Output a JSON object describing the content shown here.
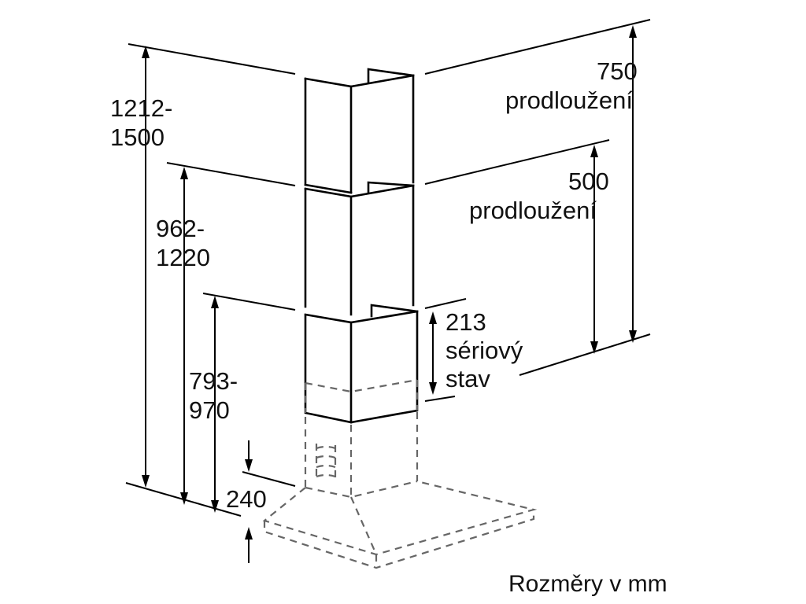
{
  "dimensions": {
    "total_height": {
      "line1": "1212-",
      "line2": "1500"
    },
    "mid_height": {
      "line1": "962-",
      "line2": "1220"
    },
    "base_height": {
      "line1": "793-",
      "line2": "970"
    },
    "hood_height": {
      "value": "240"
    },
    "extension_750": {
      "value": "750",
      "label": "prodloužení"
    },
    "extension_500": {
      "value": "500",
      "label": "prodloužení"
    },
    "standard": {
      "value": "213",
      "line2": "sériový",
      "line3": "stav"
    }
  },
  "caption": "Rozměry v mm",
  "colors": {
    "line": "#000000",
    "dashed": "#666666",
    "background": "#ffffff"
  }
}
